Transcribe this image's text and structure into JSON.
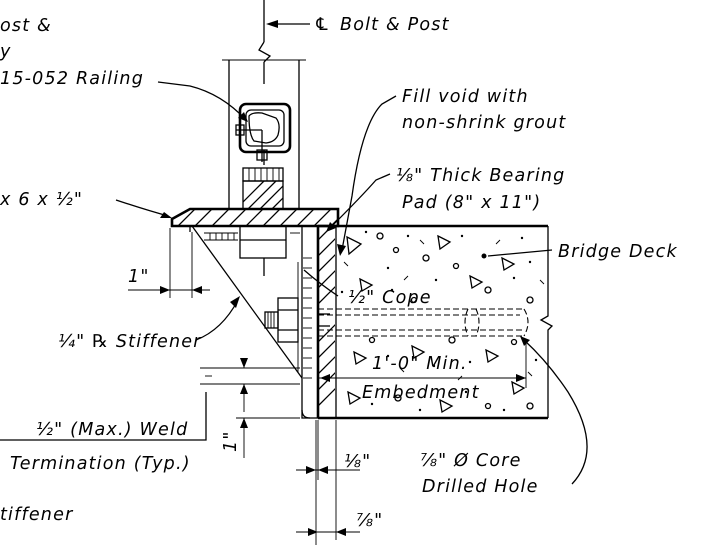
{
  "labels": {
    "top_left_1": "ost &",
    "top_left_2": "y",
    "railing": "15-052 Railing",
    "bolt_post": "Bolt & Post",
    "centerline_symbol": "℄",
    "fill_void_1": "Fill void with",
    "fill_void_2": "non-shrink grout",
    "bearing_pad_1": "⅛\" Thick Bearing",
    "bearing_pad_2": "Pad (8\" x 11\")",
    "plate_size": "x 6 x ½\"",
    "bridge_deck": "Bridge Deck",
    "dim_1in": "1\"",
    "cope": "½\" Cope",
    "stiffener_plate": "¼\" ℞ Stiffener",
    "min_length": "1'-0\" Min.",
    "embedment": "Embedment",
    "weld_1": "½\" (Max.) Weld",
    "weld_2": "Termination (Typ.)",
    "dim_1in_vertical": "1\"",
    "dim_eighth": "⅛\"",
    "core_1": "⅞\" Ø Core",
    "core_2": "Drilled Hole",
    "stiffener_bottom": "tiffener",
    "dim_seven_eighths": "⅞\""
  }
}
